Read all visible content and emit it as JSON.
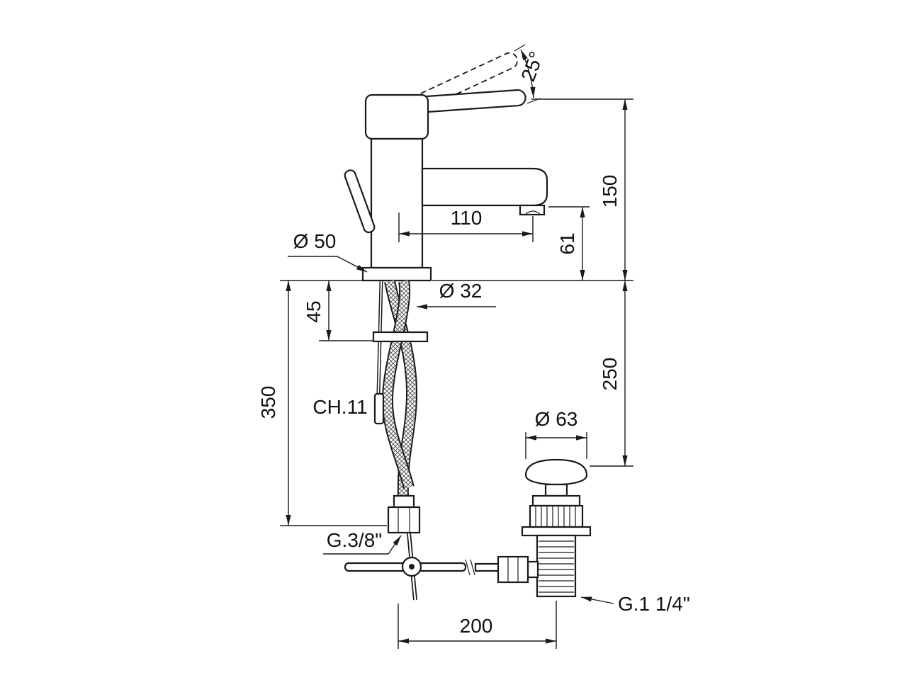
{
  "drawing": {
    "subject": "single-lever basin mixer with pop-up waste - dimensioned technical drawing",
    "background": "#ffffff",
    "line_color": "#1a1a1a",
    "dimensions": {
      "handle_angle": "25°",
      "spout_reach": "110",
      "spout_height": "61",
      "body_height": "150",
      "base_diameter": "Ø 50",
      "shank_height": "45",
      "shank_diameter": "Ø 32",
      "hose_length": "350",
      "rod_wrench": "CH.11",
      "below_deck_height": "250",
      "waste_cap_diameter": "Ø 63",
      "supply_thread": "G.3/8\"",
      "waste_thread": "G.1 1/4\"",
      "axis_distance": "200"
    }
  }
}
